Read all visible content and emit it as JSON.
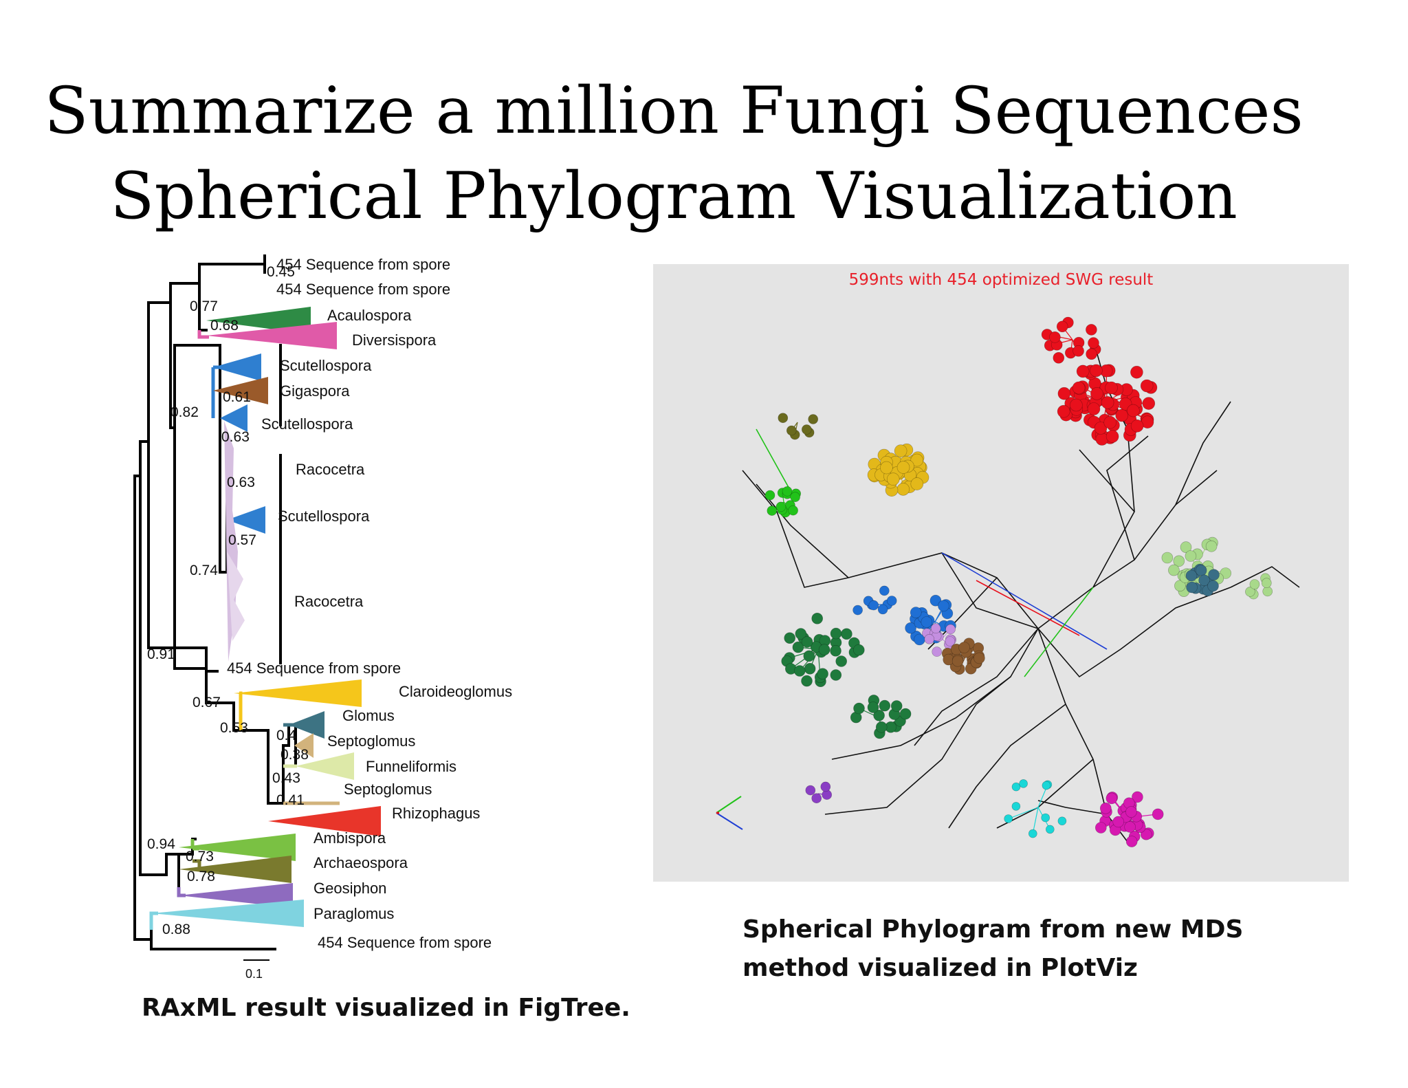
{
  "slide": {
    "title_line1": "Summarize a million Fungi Sequences",
    "title_line2": "Spherical Phylogram Visualization"
  },
  "tree": {
    "leaves": [
      "454 Sequence from spore",
      "454 Sequence from spore",
      "Acaulospora",
      "Diversispora",
      "Scutellospora",
      "Gigaspora",
      "Scutellospora",
      "Racocetra",
      "Scutellospora",
      "Racocetra",
      "454 Sequence from spore",
      "Claroideoglomus",
      "Glomus",
      "Septoglomus",
      "Funneliformis",
      "Septoglomus",
      "Rhizophagus",
      "Ambispora",
      "Archaeospora",
      "Geosiphon",
      "Paraglomus",
      "454 Sequence from spore"
    ],
    "support_values": [
      "0.45",
      "0.77",
      "0.68",
      "0.61",
      "0.82",
      "0.63",
      "0.63",
      "0.57",
      "0.74",
      "0.91",
      "0.67",
      "0.53",
      "0.4",
      "0.38",
      "0.43",
      "0.41",
      "0.94",
      "0.73",
      "0.78",
      "0.88"
    ],
    "scale_bar": "0.1",
    "clade_colors": {
      "acaulospora": "#2e8b45",
      "diversispora": "#e05aa8",
      "scutellospora": "#2f7fd0",
      "gigaspora": "#9a5a2a",
      "racocetra": "#d6bfe0",
      "claroideoglomus": "#f5c61b",
      "glomus": "#3d7383",
      "septoglomus": "#d2b37c",
      "funneliformis": "#dde9a8",
      "rhizophagus": "#e8352a",
      "ambispora": "#7ac143",
      "archaeospora": "#7a7a2e",
      "geosiphon": "#8e6bbf",
      "paraglomus": "#7fd3e0"
    }
  },
  "plot": {
    "title": "599nts with 454 optimized SWG result",
    "cluster_colors": [
      "#e8101c",
      "#e3b81a",
      "#22c21a",
      "#6a6a1e",
      "#1f6fd4",
      "#c48fe0",
      "#8a5a2e",
      "#1f7a3c",
      "#a8d98a",
      "#3a6e86",
      "#d619b0",
      "#1ad7d7",
      "#8a3ec4"
    ]
  },
  "captions": {
    "left": "RAxML result visualized in FigTree.",
    "right_line1": "Spherical Phylogram from new MDS",
    "right_line2": "method visualized in PlotViz"
  }
}
